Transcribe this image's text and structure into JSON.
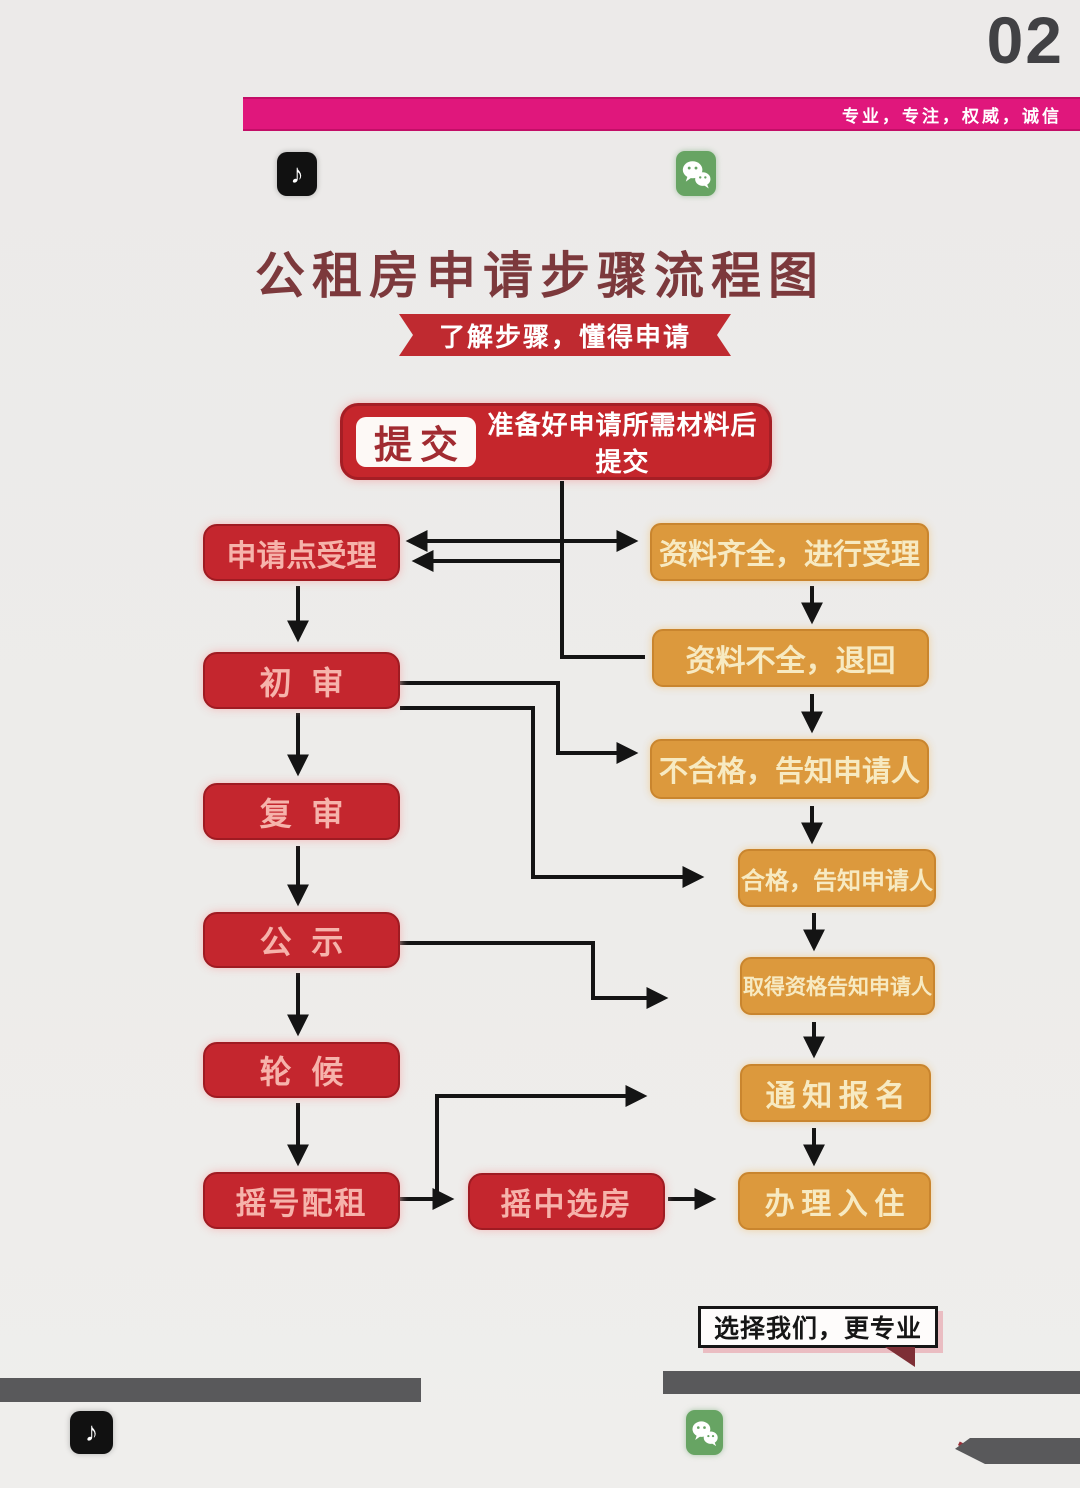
{
  "page_number": "02",
  "header": {
    "slogan": "专业，专注，权威，诚信"
  },
  "title": "公租房申请步骤流程图",
  "ribbon": "了解步骤，懂得申请",
  "submit": {
    "label": "提交",
    "note": "准备好申请所需材料后提交"
  },
  "flow": {
    "left_steps": [
      "申请点受理",
      "初审",
      "复审",
      "公示",
      "轮候",
      "摇号配租"
    ],
    "middle_step": "摇中选房",
    "right_steps": [
      "资料齐全，进行受理",
      "资料不全，退回",
      "不合格，告知申请人",
      "合格，告知申请人",
      "取得资格告知申请人",
      "通知报名",
      "办理入住"
    ]
  },
  "footer": {
    "bubble": "选择我们，更专业"
  },
  "icons": {
    "tiktok": "tiktok-icon",
    "tiktok_glyph": "♪",
    "wechat": "wechat-icon"
  },
  "colors": {
    "background": "#edecea",
    "pink_banner": "#e0177c",
    "title_text": "#7c393c",
    "ribbon_red": "#bf2a30",
    "red_box": "#c4262e",
    "red_box_text": "#f6b3ab",
    "orange_box": "#dc993d",
    "orange_box_text": "#f7eac2",
    "arrow": "#141414",
    "gray_bar": "#59595b",
    "page_number": "#414144",
    "wechat_green": "#67a463",
    "tiktok_black": "#111111"
  }
}
